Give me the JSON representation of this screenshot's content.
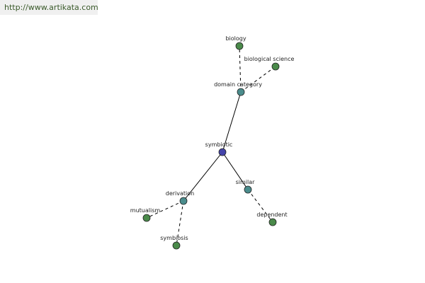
{
  "source_url": "http://www.artikata.com",
  "colors": {
    "center_node": "#4444aa",
    "hub_node": "#4a8c8c",
    "leaf_node": "#4a8a4a",
    "edge": "#000000"
  },
  "nodes": [
    {
      "id": "symbiotic",
      "label": "symbiotic",
      "kind": "center"
    },
    {
      "id": "domain-category",
      "label": "domain category",
      "kind": "hub"
    },
    {
      "id": "biology",
      "label": "biology",
      "kind": "leaf"
    },
    {
      "id": "biological-science",
      "label": "biological science",
      "kind": "leaf"
    },
    {
      "id": "derivation",
      "label": "derivation",
      "kind": "hub"
    },
    {
      "id": "mutualism",
      "label": "mutualism",
      "kind": "leaf"
    },
    {
      "id": "symbiosis",
      "label": "symbiosis",
      "kind": "leaf"
    },
    {
      "id": "similar",
      "label": "similar",
      "kind": "hub"
    },
    {
      "id": "dependent",
      "label": "dependent",
      "kind": "leaf"
    }
  ],
  "edges": [
    {
      "from": "symbiotic",
      "to": "domain-category",
      "style": "solid"
    },
    {
      "from": "symbiotic",
      "to": "derivation",
      "style": "solid"
    },
    {
      "from": "symbiotic",
      "to": "similar",
      "style": "solid"
    },
    {
      "from": "domain-category",
      "to": "biology",
      "style": "dashed"
    },
    {
      "from": "domain-category",
      "to": "biological-science",
      "style": "dashed"
    },
    {
      "from": "derivation",
      "to": "mutualism",
      "style": "dashed"
    },
    {
      "from": "derivation",
      "to": "symbiosis",
      "style": "dashed"
    },
    {
      "from": "similar",
      "to": "dependent",
      "style": "dashed"
    }
  ]
}
